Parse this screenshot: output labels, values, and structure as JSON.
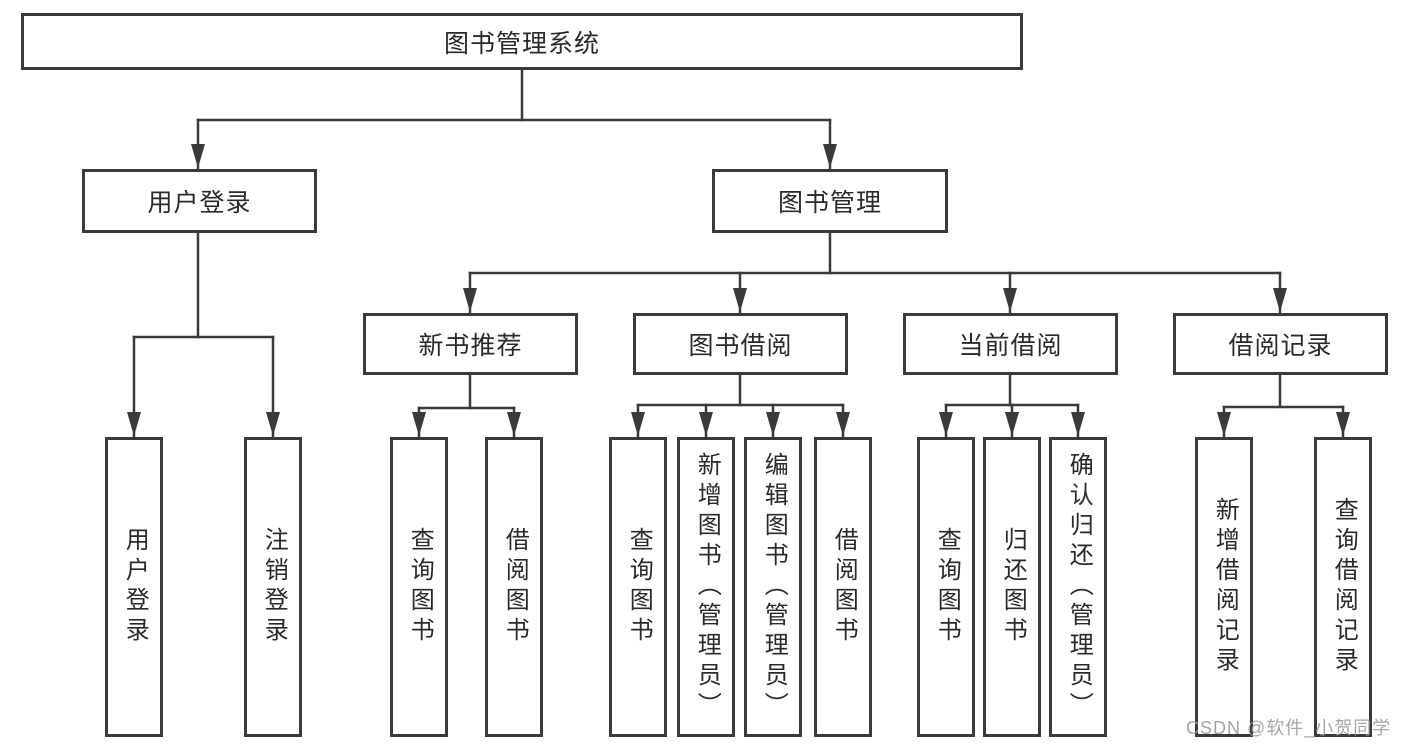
{
  "colors": {
    "line": "#3a3a3a",
    "box_fill": "#ffffff",
    "text": "#2a2a2a",
    "background": "#ffffff",
    "watermark": "#9c9c9c"
  },
  "watermark": {
    "text": "CSDN @软件_小贺同学"
  },
  "diagram": {
    "type": "tree",
    "root": {
      "label": "图书管理系统"
    },
    "branches": [
      {
        "label": "用户登录",
        "children": [
          "用户登录",
          "注销登录"
        ]
      },
      {
        "label": "图书管理",
        "children": [
          {
            "label": "新书推荐",
            "children": [
              "查询图书",
              "借阅图书"
            ]
          },
          {
            "label": "图书借阅",
            "children": [
              "查询图书",
              "新增图书（管理员）",
              "编辑图书（管理员）",
              "借阅图书"
            ]
          },
          {
            "label": "当前借阅",
            "children": [
              "查询图书",
              "归还图书",
              "确认归还（管理员）"
            ]
          },
          {
            "label": "借阅记录",
            "children": [
              "新增借阅记录",
              "查询借阅记录"
            ]
          }
        ]
      }
    ]
  }
}
